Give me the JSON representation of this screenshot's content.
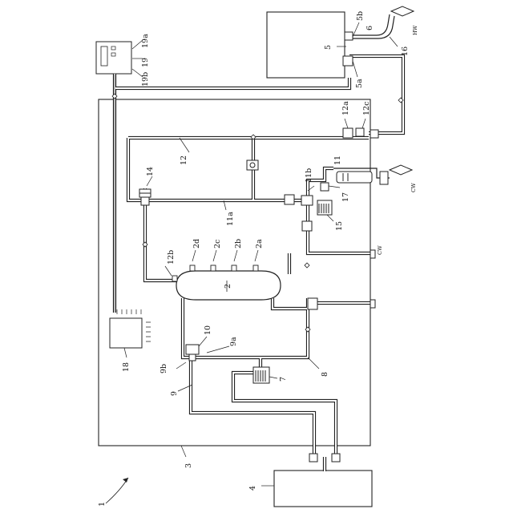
{
  "labels": {
    "l1": "1",
    "l2": "2",
    "l2a": "2a",
    "l2b": "2b",
    "l2c": "2c",
    "l2d": "2d",
    "l3": "3",
    "l4": "4",
    "l5": "5",
    "l5a": "5a",
    "l5b": "5b",
    "l6": "6",
    "l7": "7",
    "l8": "8",
    "l9": "9",
    "l9a": "9a",
    "l9b": "9b",
    "l10": "10",
    "l11": "11",
    "l11a": "11a",
    "l11b": "11b",
    "l12": "12",
    "l12a": "12a",
    "l12b": "12b",
    "l12c": "12c",
    "l14": "14",
    "l15": "15",
    "l16": "16",
    "l17": "17",
    "l18": "18",
    "l19": "19",
    "l19a": "19a",
    "l19b": "19b",
    "hw": "HW",
    "cw": "CW",
    "cw2": "CW"
  }
}
